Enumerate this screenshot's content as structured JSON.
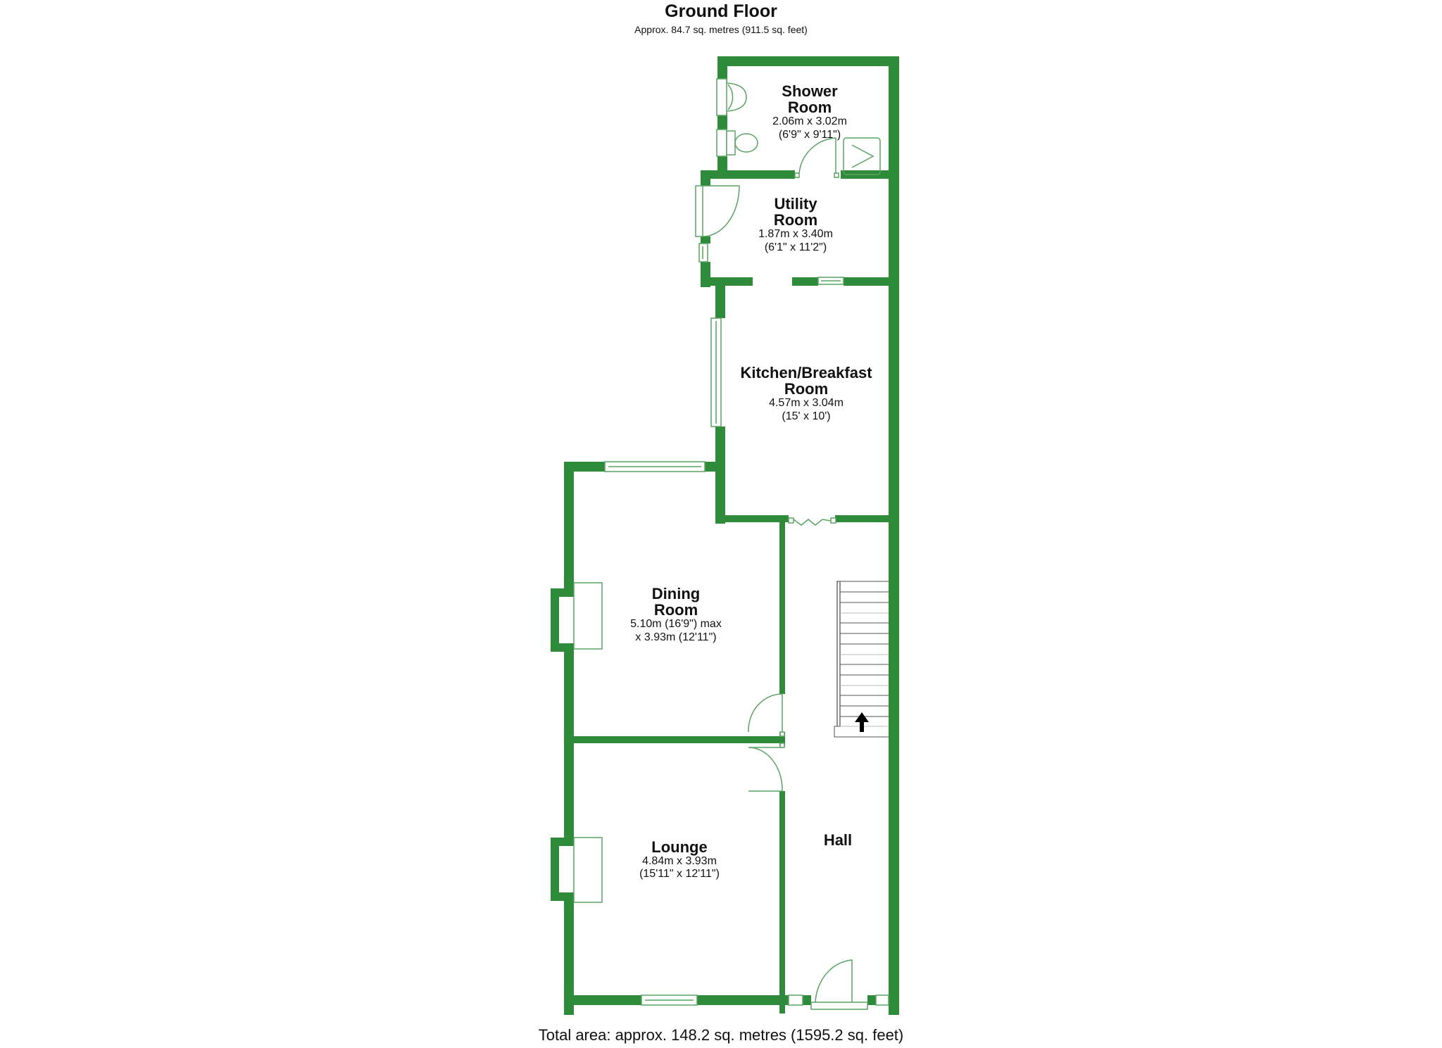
{
  "header": {
    "title": "Ground Floor",
    "subtitle": "Approx. 84.7 sq. metres (911.5 sq. feet)"
  },
  "footer": {
    "total_area": "Total area: approx. 148.2 sq. metres (1595.2 sq. feet)"
  },
  "colors": {
    "wall": "#2e8b3a",
    "fixture_line": "#5aa362",
    "text": "#111111",
    "background": "#ffffff"
  },
  "rooms": [
    {
      "id": "shower-room",
      "name_line1": "Shower",
      "name_line2": "Room",
      "dim_line1": "2.06m x 3.02m",
      "dim_line2": "(6'9\" x 9'11\")"
    },
    {
      "id": "utility-room",
      "name_line1": "Utility",
      "name_line2": "Room",
      "dim_line1": "1.87m x 3.40m",
      "dim_line2": "(6'1\" x 11'2\")"
    },
    {
      "id": "kitchen-breakfast-room",
      "name_line1": "Kitchen/Breakfast",
      "name_line2": "Room",
      "dim_line1": "4.57m x 3.04m",
      "dim_line2": "(15' x 10')"
    },
    {
      "id": "dining-room",
      "name_line1": "Dining",
      "name_line2": "Room",
      "dim_line1": "5.10m (16'9\") max",
      "dim_line2": "x 3.93m (12'11\")"
    },
    {
      "id": "lounge",
      "name_line1": "Lounge",
      "name_line2": "",
      "dim_line1": "4.84m x 3.93m",
      "dim_line2": "(15'11\" x 12'11\")"
    },
    {
      "id": "hall",
      "name_line1": "Hall",
      "name_line2": "",
      "dim_line1": "",
      "dim_line2": ""
    }
  ],
  "symbols": {
    "stairs_direction": "up-arrow-icon",
    "stair_treads": 14
  }
}
